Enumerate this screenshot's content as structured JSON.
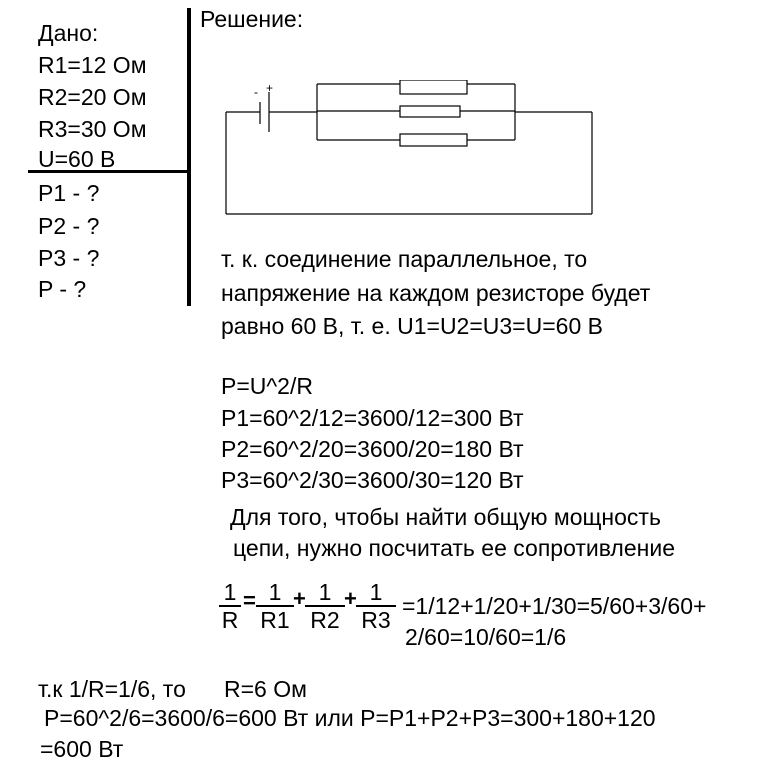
{
  "given": {
    "header": "Дано:",
    "r1": "R1=12 Ом",
    "r2": "R2=20 Ом",
    "r3": "R3=30 Ом",
    "u": "U=60 В",
    "find_p1": "P1 - ?",
    "find_p2": "P2 - ?",
    "find_p3": "P3 - ?",
    "find_p": "P - ?"
  },
  "solution": {
    "header": "Решение:",
    "battery_minus": "-",
    "battery_plus": "+",
    "explain_line1": "т. к. соединение параллельное, то",
    "explain_line2": "напряжение на каждом резисторе будет",
    "explain_line3": "равно 60 В, т. е. U1=U2=U3=U=60 В",
    "formula": "P=U^2/R",
    "p1_calc": "P1=60^2/12=3600/12=300 Вт",
    "p2_calc": "P2=60^2/20=3600/20=180 Вт",
    "p3_calc": "P3=60^2/30=3600/30=120 Вт",
    "resistance_intro1": "Для того, чтобы найти общую мощность",
    "resistance_intro2": "цепи, нужно посчитать ее сопротивление",
    "fraction": {
      "one": "1",
      "r": "R",
      "r1": "R1",
      "r2": "R2",
      "r3": "R3",
      "equals": "=",
      "plus": "+",
      "result_line1": "=1/12+1/20+1/30=5/60+3/60+",
      "result_line2": "2/60=10/60=1/6"
    },
    "conclusion_part1": "т.к 1/R=1/6, то",
    "conclusion_part2": "R=6 Ом",
    "final_line1": "P=60^2/6=3600/6=600 Вт или P=P1+P2+P3=300+180+120",
    "final_line2": "=600 Вт"
  }
}
